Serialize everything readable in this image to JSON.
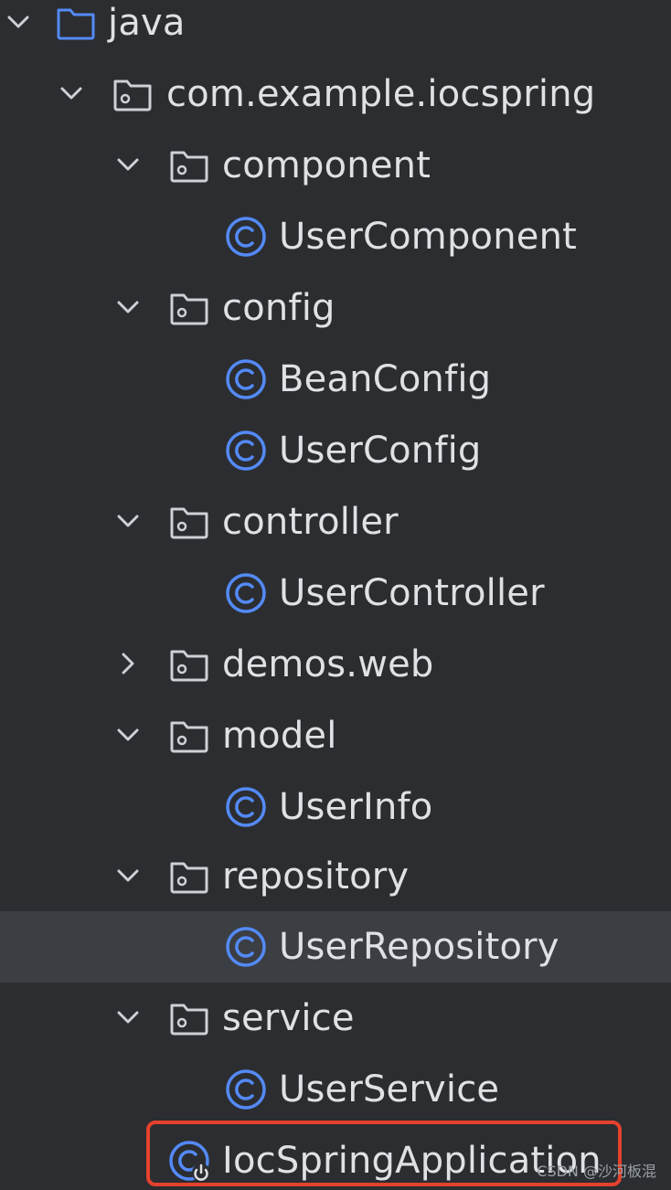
{
  "tree": {
    "rows": [
      {
        "name": "tree-node-java",
        "label": "java",
        "type": "source-folder",
        "expanded": true
      },
      {
        "name": "tree-node-com-example-iocspring",
        "label": "com.example.iocspring",
        "type": "package",
        "expanded": true
      },
      {
        "name": "tree-node-component",
        "label": "component",
        "type": "package",
        "expanded": true
      },
      {
        "name": "tree-node-usercomponent",
        "label": "UserComponent",
        "type": "class"
      },
      {
        "name": "tree-node-config",
        "label": "config",
        "type": "package",
        "expanded": true
      },
      {
        "name": "tree-node-beanconfig",
        "label": "BeanConfig",
        "type": "class"
      },
      {
        "name": "tree-node-userconfig",
        "label": "UserConfig",
        "type": "class"
      },
      {
        "name": "tree-node-controller",
        "label": "controller",
        "type": "package",
        "expanded": true
      },
      {
        "name": "tree-node-usercontroller",
        "label": "UserController",
        "type": "class"
      },
      {
        "name": "tree-node-demos-web",
        "label": "demos.web",
        "type": "package",
        "expanded": false
      },
      {
        "name": "tree-node-model",
        "label": "model",
        "type": "package",
        "expanded": true
      },
      {
        "name": "tree-node-userinfo",
        "label": "UserInfo",
        "type": "class"
      },
      {
        "name": "tree-node-repository",
        "label": "repository",
        "type": "package",
        "expanded": true
      },
      {
        "name": "tree-node-userrepository",
        "label": "UserRepository",
        "type": "class",
        "selected": true
      },
      {
        "name": "tree-node-service",
        "label": "service",
        "type": "package",
        "expanded": true
      },
      {
        "name": "tree-node-userservice",
        "label": "UserService",
        "type": "class"
      },
      {
        "name": "tree-node-iocspringapplication",
        "label": "IocSpringApplication",
        "type": "main-class",
        "highlighted": true
      }
    ]
  },
  "watermark": "CSDN @沙河板混",
  "colors": {
    "background": "#2b2d30",
    "selected_row": "#3b3e43",
    "text": "#dfe1e5",
    "class_icon": "#548af7",
    "folder_icon_blue": "#548af7",
    "package_icon": "#ced0d6",
    "highlight_border": "#e5412d"
  }
}
